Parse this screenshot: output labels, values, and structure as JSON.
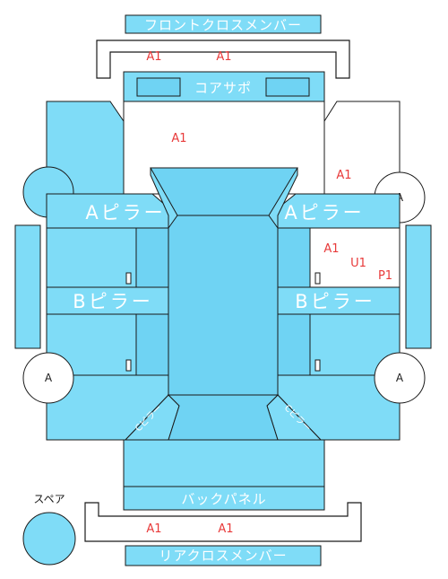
{
  "labels": {
    "front_cross_member": "フロントクロスメンバー",
    "core_support": "コアサポ",
    "a_pillar_left": "Aピラー",
    "a_pillar_right": "Aピラー",
    "b_pillar_left": "Bピラー",
    "b_pillar_right": "Bピラー",
    "back_panel": "バックパネル",
    "rear_cross_member": "リアクロスメンバー",
    "spare": "スペア",
    "c_pillar_left": "Cピラー",
    "c_pillar_right": "Cピラー"
  },
  "wheels": {
    "front_right": "A",
    "rear_left": "A",
    "rear_right": "A"
  },
  "marks": {
    "front_cross_1": "A1",
    "front_cross_2": "A1",
    "hood": "A1",
    "right_front_fender": "A1",
    "right_front_door_1": "A1",
    "right_front_door_2": "U1",
    "right_front_door_3": "P1",
    "rear_cross_1": "A1",
    "rear_cross_2": "A1"
  },
  "colors": {
    "panel": "#7fdcf7",
    "mark": "#e83a3a",
    "outline": "#1a1a1a"
  }
}
